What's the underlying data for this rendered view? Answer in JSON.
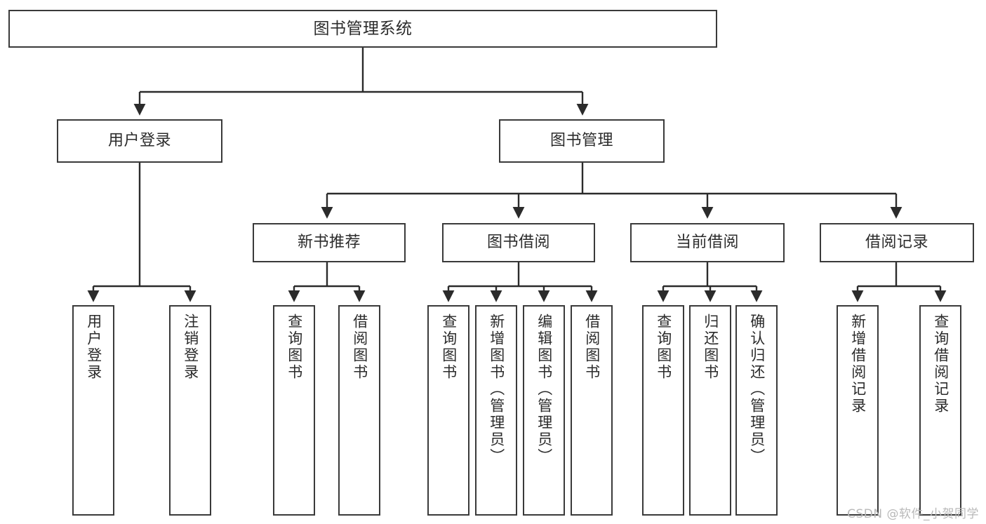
{
  "diagram": {
    "title": "图书管理系统",
    "type": "tree",
    "watermark": "CSDN @软件_小贺同学",
    "colors": {
      "box_border": "#3a3a3a",
      "box_fill": "#ffffff",
      "edge": "#2b2b2b",
      "text": "#2b2b2b",
      "watermark": "#b9b9b9",
      "background": "#ffffff"
    },
    "root": {
      "label": "图书管理系统"
    },
    "level1": [
      {
        "label": "用户登录"
      },
      {
        "label": "图书管理"
      }
    ],
    "level2": [
      {
        "label": "新书推荐"
      },
      {
        "label": "图书借阅"
      },
      {
        "label": "当前借阅"
      },
      {
        "label": "借阅记录"
      }
    ],
    "leaves": {
      "user_login": [
        {
          "label": "用户登录"
        },
        {
          "label": "注销登录"
        }
      ],
      "new_book_recommend": [
        {
          "label": "查询图书"
        },
        {
          "label": "借阅图书"
        }
      ],
      "book_borrow": [
        {
          "label": "查询图书"
        },
        {
          "label": "新增图书（管理员）"
        },
        {
          "label": "编辑图书（管理员）"
        },
        {
          "label": "借阅图书"
        }
      ],
      "current_borrow": [
        {
          "label": "查询图书"
        },
        {
          "label": "归还图书"
        },
        {
          "label": "确认归还（管理员）"
        }
      ],
      "borrow_record": [
        {
          "label": "新增借阅记录"
        },
        {
          "label": "查询借阅记录"
        }
      ]
    }
  }
}
